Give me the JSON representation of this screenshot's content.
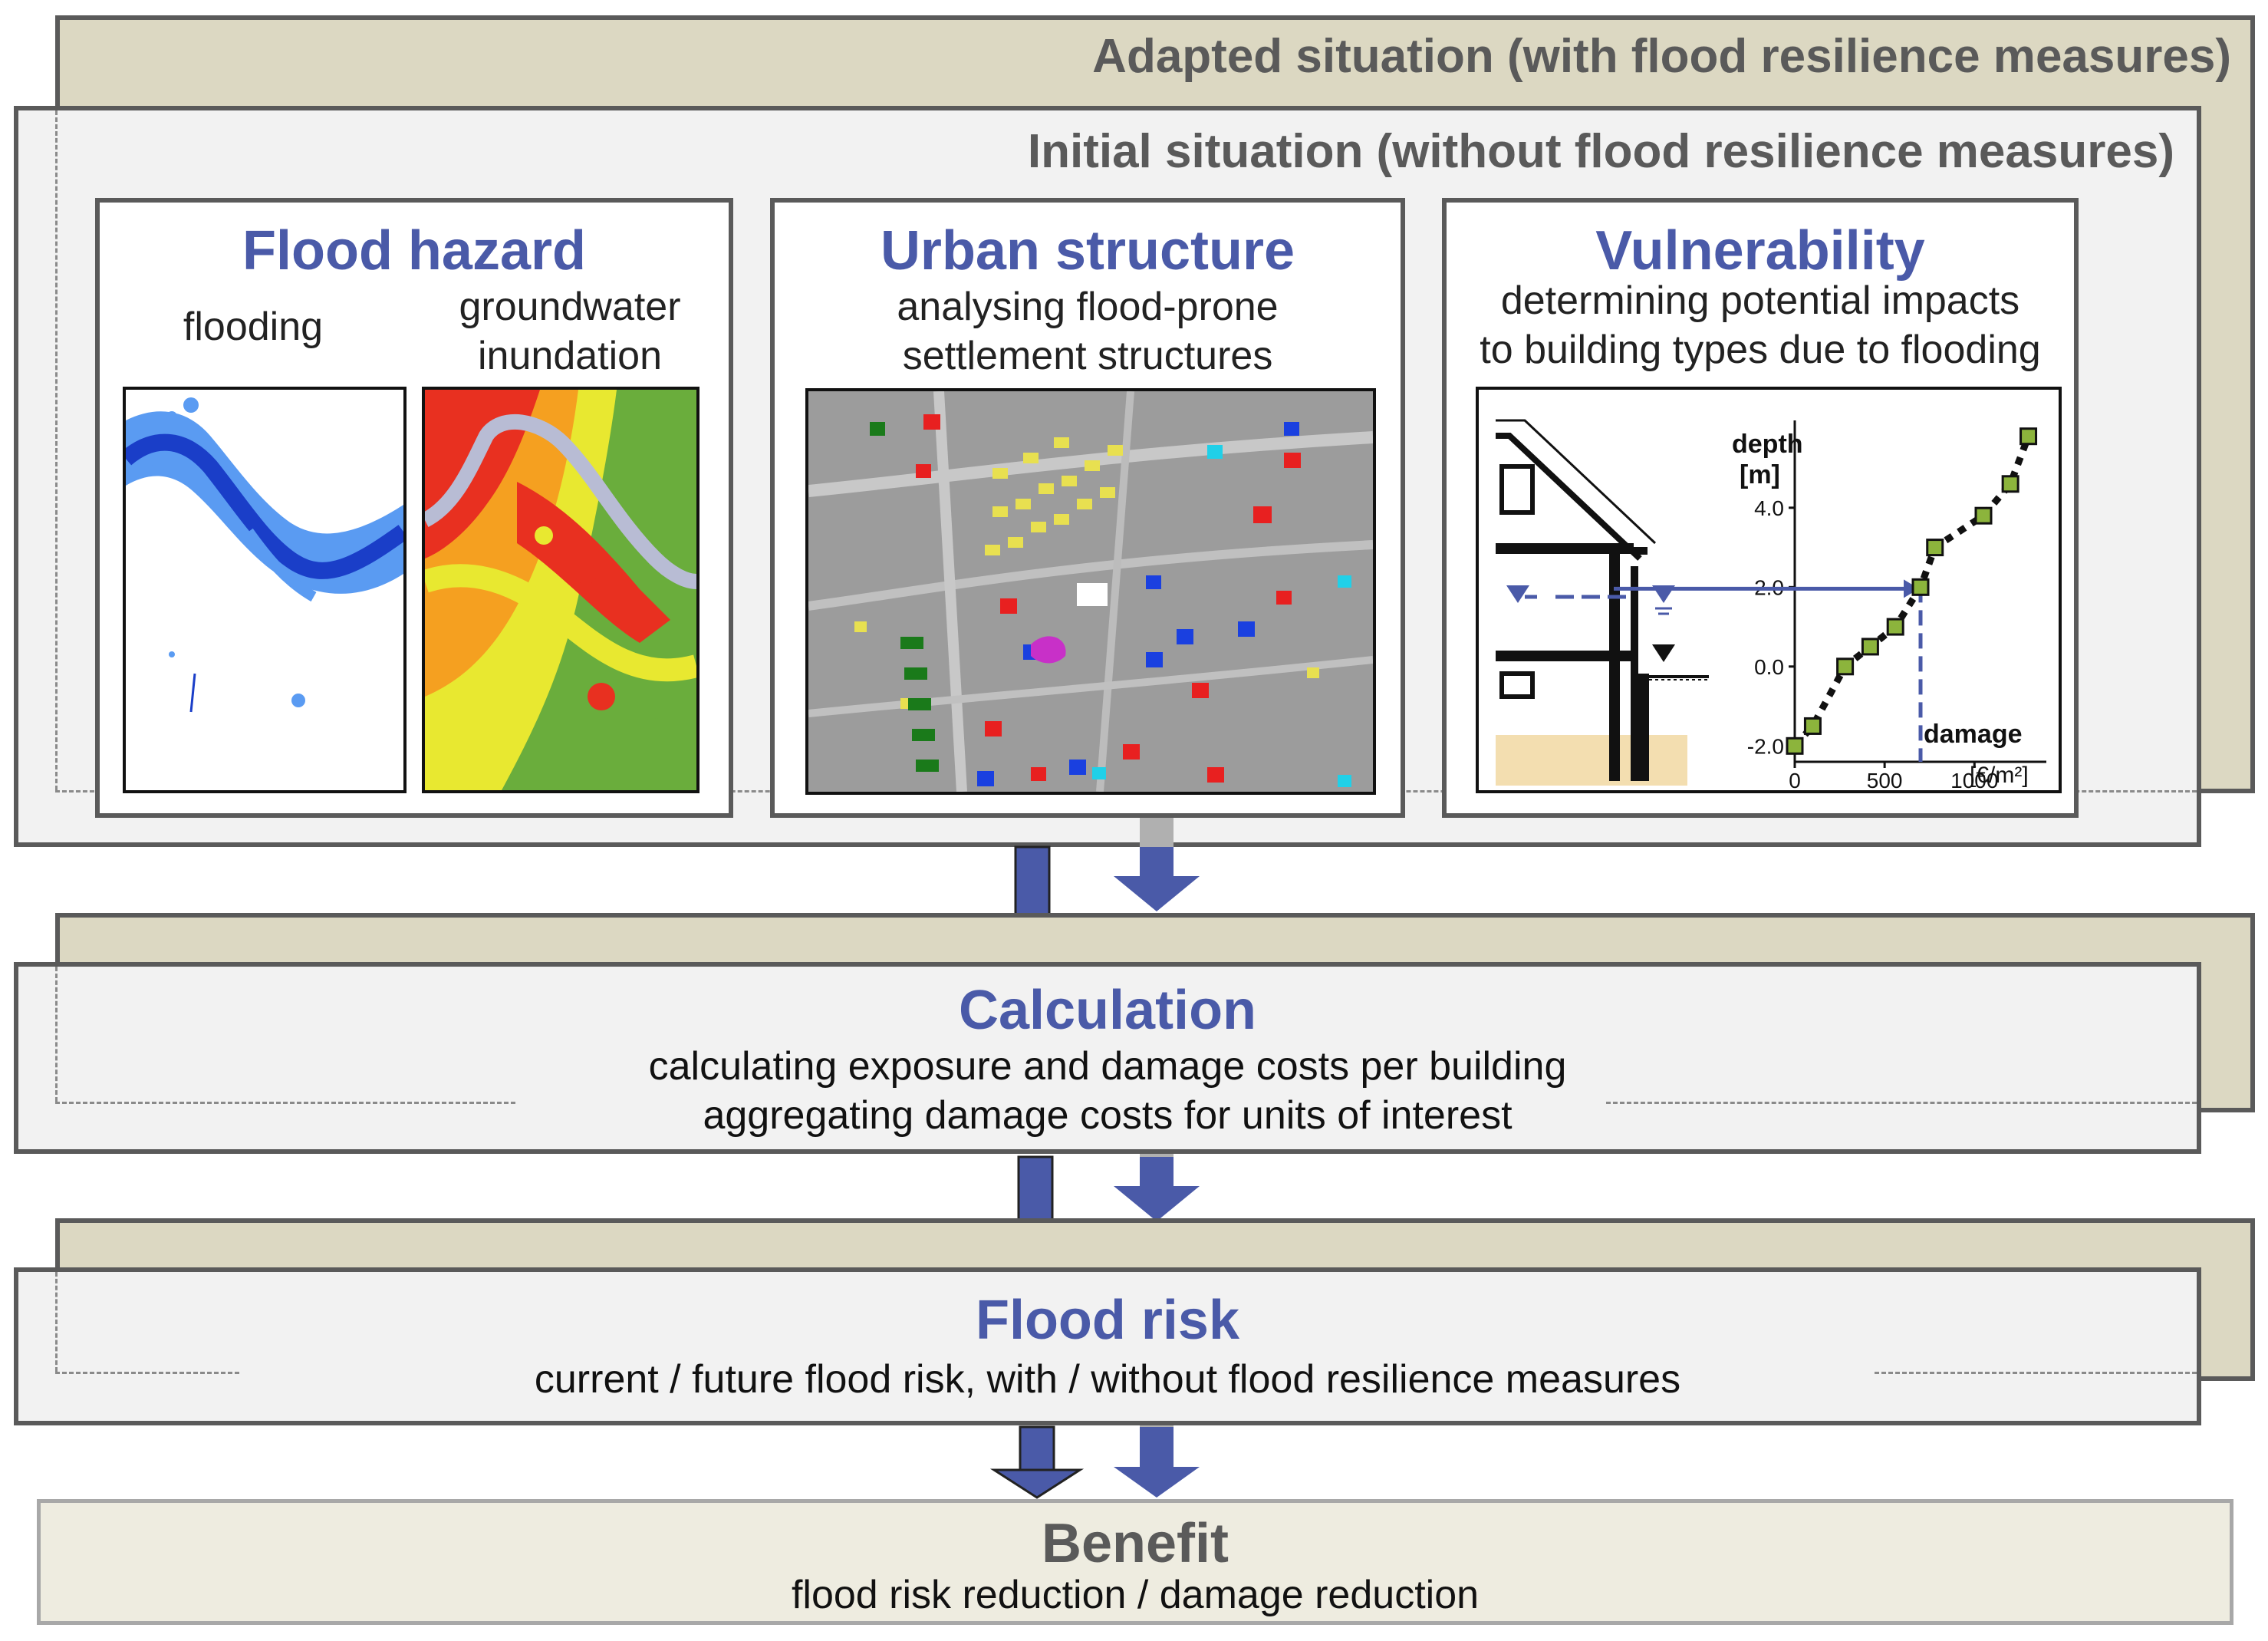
{
  "adapted_title": "Adapted situation (with flood resilience measures)",
  "initial_title": "Initial situation (without flood resilience measures)",
  "flood_hazard": {
    "title": "Flood hazard",
    "flooding_label": "flooding",
    "groundwater_label_line1": "groundwater",
    "groundwater_label_line2": "inundation"
  },
  "urban_structure": {
    "title": "Urban structure",
    "line1": "analysing flood-prone",
    "line2": "settlement structures"
  },
  "vulnerability": {
    "title": "Vulnerability",
    "line1": "determining potential impacts",
    "line2": "to building types due to flooding",
    "chart": {
      "ylabel_line1": "depth",
      "ylabel_line2": "[m]",
      "xlabel": "damage",
      "xunit": "[€/m²]",
      "yticks": [
        "4.0",
        "2.0",
        "0.0",
        "-2.0"
      ],
      "xticks": [
        "0",
        "500",
        "1000"
      ]
    }
  },
  "calculation": {
    "title": "Calculation",
    "line1": "calculating exposure and damage costs per building",
    "line2": "aggregating damage costs for units of interest"
  },
  "flood_risk": {
    "title": "Flood risk",
    "line1": "current / future flood risk, with / without flood resilience measures"
  },
  "benefit": {
    "title": "Benefit",
    "line1": "flood risk reduction / damage reduction"
  },
  "colors": {
    "accent_blue": "#4a5aa8",
    "back_layer": "#dcd8c2",
    "front_layer": "#f2f2f2",
    "border": "#5a5a5a",
    "curve_point": "#8cb43c"
  },
  "chart_data": {
    "type": "line",
    "x": [
      0,
      100,
      280,
      420,
      560,
      700,
      780,
      1050,
      1200,
      1300
    ],
    "y": [
      -2.0,
      -1.5,
      0.0,
      0.5,
      1.0,
      2.0,
      3.0,
      3.8,
      4.6,
      5.8
    ],
    "xlabel": "damage [€/m²]",
    "ylabel": "depth [m]",
    "xlim": [
      0,
      1400
    ],
    "ylim": [
      -2.4,
      6.2
    ]
  }
}
